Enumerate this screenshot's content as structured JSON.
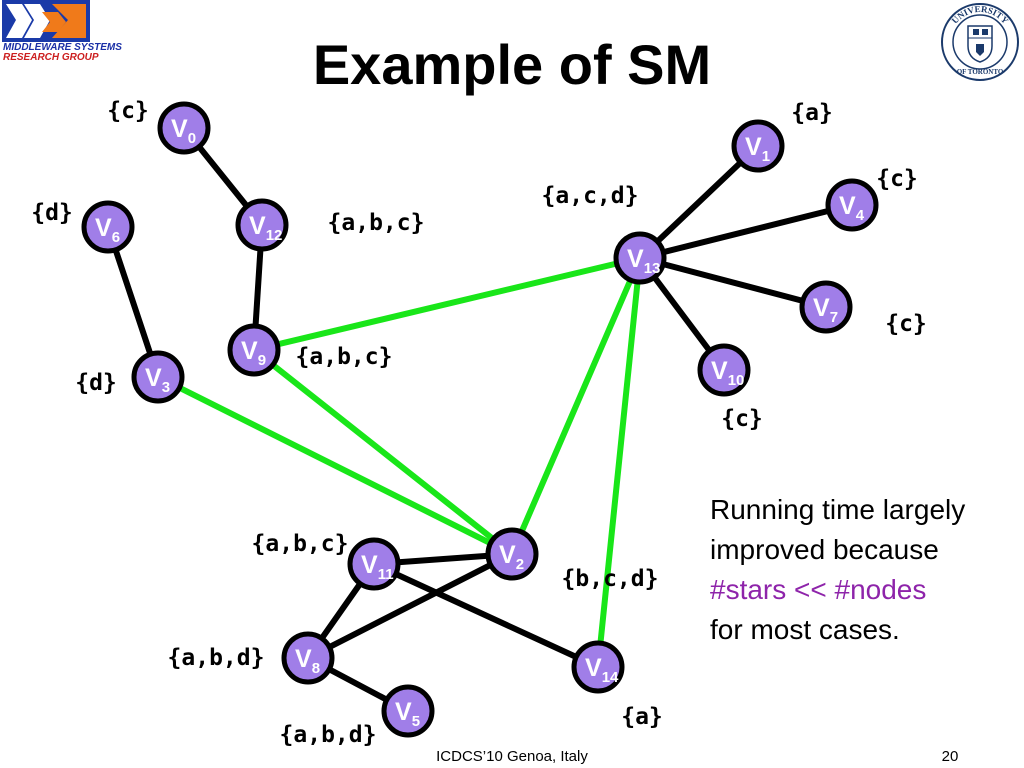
{
  "header": {
    "group_line1": "MIDDLEWARE SYSTEMS",
    "group_line2": "RESEARCH GROUP",
    "title": "Example of SM",
    "seal_text": "UNIVERSITY OF TORONTO"
  },
  "note": {
    "line1": "Running time largely",
    "line2": "improved because",
    "line3": "#stars << #nodes",
    "line4": "for most cases."
  },
  "footer": {
    "conference": "ICDCS’10 Genoa, Italy",
    "page": "20"
  },
  "colors": {
    "node_fill": "#a07ee8",
    "node_stroke": "#000000",
    "edge_black": "#000000",
    "edge_green": "#19e619",
    "note_accent": "#8e24aa"
  },
  "graph": {
    "nodes": [
      {
        "id": "V0",
        "base": "V",
        "sub": "0"
      },
      {
        "id": "V1",
        "base": "V",
        "sub": "1"
      },
      {
        "id": "V2",
        "base": "V",
        "sub": "2"
      },
      {
        "id": "V3",
        "base": "V",
        "sub": "3"
      },
      {
        "id": "V4",
        "base": "V",
        "sub": "4"
      },
      {
        "id": "V5",
        "base": "V",
        "sub": "5"
      },
      {
        "id": "V6",
        "base": "V",
        "sub": "6"
      },
      {
        "id": "V7",
        "base": "V",
        "sub": "7"
      },
      {
        "id": "V8",
        "base": "V",
        "sub": "8"
      },
      {
        "id": "V9",
        "base": "V",
        "sub": "9"
      },
      {
        "id": "V10",
        "base": "V",
        "sub": "10"
      },
      {
        "id": "V11",
        "base": "V",
        "sub": "11"
      },
      {
        "id": "V12",
        "base": "V",
        "sub": "12"
      },
      {
        "id": "V13",
        "base": "V",
        "sub": "13"
      },
      {
        "id": "V14",
        "base": "V",
        "sub": "14"
      }
    ],
    "edges": [
      {
        "from": "V0",
        "to": "V12",
        "color": "black"
      },
      {
        "from": "V12",
        "to": "V9",
        "color": "black"
      },
      {
        "from": "V6",
        "to": "V3",
        "color": "black"
      },
      {
        "from": "V13",
        "to": "V1",
        "color": "black"
      },
      {
        "from": "V13",
        "to": "V4",
        "color": "black"
      },
      {
        "from": "V13",
        "to": "V7",
        "color": "black"
      },
      {
        "from": "V13",
        "to": "V10",
        "color": "black"
      },
      {
        "from": "V11",
        "to": "V2",
        "color": "black"
      },
      {
        "from": "V11",
        "to": "V8",
        "color": "black"
      },
      {
        "from": "V11",
        "to": "V14",
        "color": "black"
      },
      {
        "from": "V2",
        "to": "V8",
        "color": "black"
      },
      {
        "from": "V8",
        "to": "V5",
        "color": "black"
      },
      {
        "from": "V9",
        "to": "V13",
        "color": "green"
      },
      {
        "from": "V9",
        "to": "V2",
        "color": "green"
      },
      {
        "from": "V3",
        "to": "V2",
        "color": "green"
      },
      {
        "from": "V13",
        "to": "V2",
        "color": "green"
      },
      {
        "from": "V13",
        "to": "V14",
        "color": "green"
      }
    ],
    "set_labels": [
      {
        "node": "V0",
        "text": "{c}"
      },
      {
        "node": "V1",
        "text": "{a}"
      },
      {
        "node": "V4",
        "text": "{c}"
      },
      {
        "node": "V6",
        "text": "{d}"
      },
      {
        "node": "V12",
        "text": "{a,b,c}"
      },
      {
        "node": "V13",
        "text": "{a,c,d}"
      },
      {
        "node": "V9",
        "text": "{a,b,c}"
      },
      {
        "node": "V7",
        "text": "{c}"
      },
      {
        "node": "V3",
        "text": "{d}"
      },
      {
        "node": "V10",
        "text": "{c}"
      },
      {
        "node": "V11",
        "text": "{a,b,c}"
      },
      {
        "node": "V2",
        "text": "{b,c,d}"
      },
      {
        "node": "V8",
        "text": "{a,b,d}"
      },
      {
        "node": "V14",
        "text": "{a}"
      },
      {
        "node": "V5",
        "text": "{a,b,d}"
      }
    ]
  }
}
